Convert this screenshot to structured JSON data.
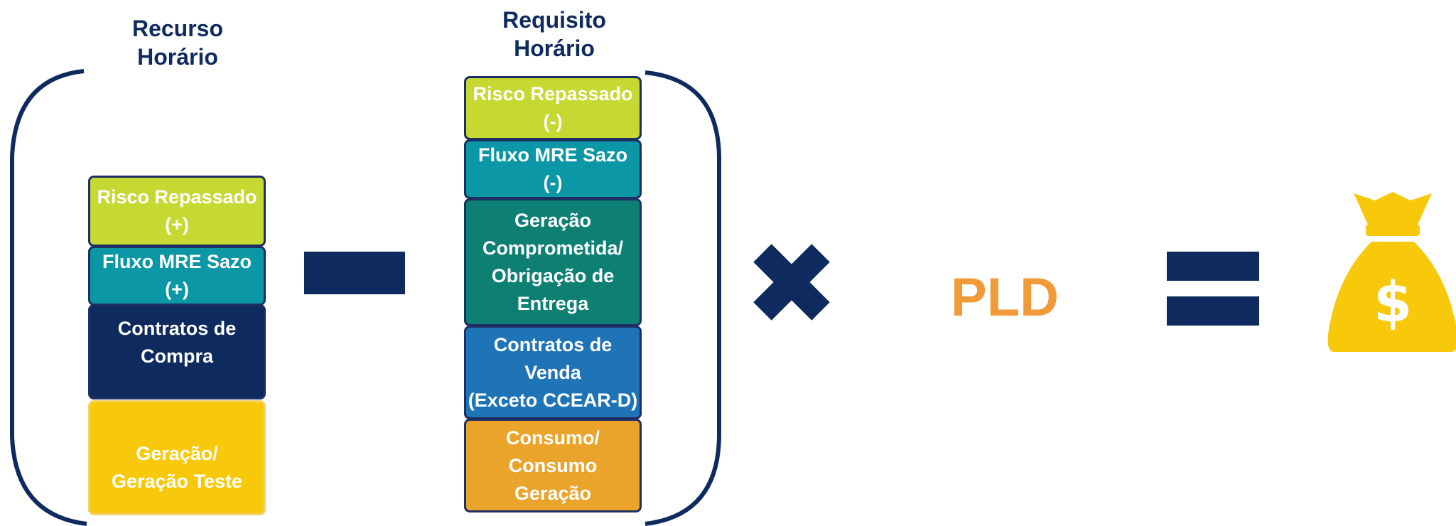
{
  "recurso": {
    "title": [
      "Recurso",
      "Horário"
    ],
    "boxes": [
      {
        "lines": [
          "Risco Repassado",
          "(+)"
        ],
        "color": "#c5d932"
      },
      {
        "lines": [
          "Fluxo MRE Sazo",
          "(+)"
        ],
        "color": "#0b97a5"
      },
      {
        "lines": [
          "Contratos de",
          "Compra"
        ],
        "color": "#0f2a5f"
      },
      {
        "lines": [
          "Geração/",
          "Geração Teste"
        ],
        "color": "#f8c90a"
      }
    ]
  },
  "requisito": {
    "title": [
      "Requisito",
      "Horário"
    ],
    "boxes": [
      {
        "lines": [
          "Risco Repassado",
          "(-)"
        ],
        "color": "#c5d932"
      },
      {
        "lines": [
          "Fluxo MRE Sazo",
          "(-)"
        ],
        "color": "#0b97a5"
      },
      {
        "lines": [
          "Geração",
          "Comprometida/",
          "Obrigação de",
          "Entrega"
        ],
        "color": "#0e7f73"
      },
      {
        "lines": [
          "Contratos de",
          "Venda",
          "(Exceto CCEAR-D)"
        ],
        "color": "#1f74b8"
      },
      {
        "lines": [
          "Consumo/",
          "Consumo",
          "Geração"
        ],
        "color": "#eaa42b"
      }
    ]
  },
  "operators": {
    "minus": "minus-icon",
    "times": "multiply-icon",
    "equals": "equals-icon"
  },
  "pld_label": "PLD",
  "result_icon": "money-bag-icon",
  "colors": {
    "navy": "#0f2a5f",
    "pld": "#f29a38",
    "bag": "#f8c90a"
  }
}
